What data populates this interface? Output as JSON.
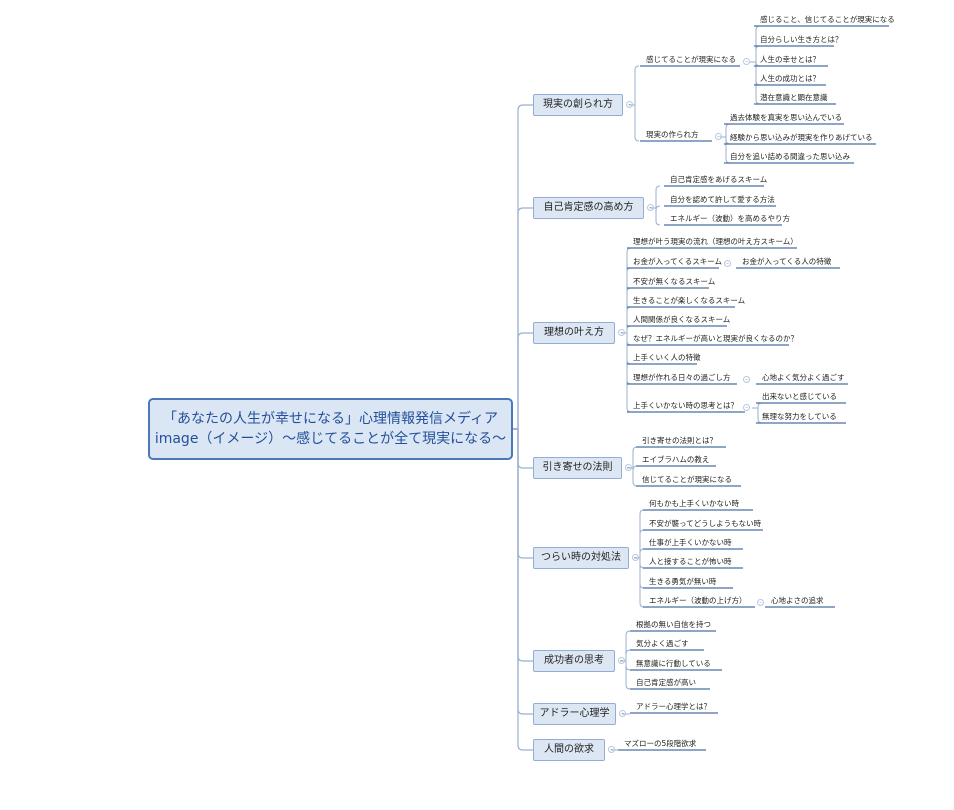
{
  "central_topic": {
    "line1": "「あなたの人生が幸せになる」心理情報発信メディア",
    "line2": "image（イメージ）～感じてることが全て現実になる～"
  },
  "branches": [
    {
      "label": "現実の創られ方",
      "children": [
        {
          "label": "感じてることが現実になる",
          "children": [
            "感じること、信じてることが現実になる",
            "自分らしい生き方とは？",
            "人生の幸せとは？",
            "人生の成功とは？",
            "潜在意識と顕在意識"
          ]
        },
        {
          "label": "現実の作られ方",
          "children": [
            "過去体験を真実を思い込んでいる",
            "経験から思い込みが現実を作りあげている",
            "自分を追い詰める間違った思い込み"
          ]
        }
      ]
    },
    {
      "label": "自己肯定感の高め方",
      "children": [
        "自己肯定感をあげるスキーム",
        "自分を認めて許して愛する方法",
        "エネルギー（波動）を高めるやり方"
      ]
    },
    {
      "label": "理想の叶え方",
      "children": [
        "理想が叶う現実の流れ（理想の叶え方スキーム）",
        {
          "label": "お金が入ってくるスキーム",
          "children": [
            "お金が入ってくる人の特徴"
          ]
        },
        "不安が無くなるスキーム",
        "生きることが楽しくなるスキーム",
        "人間関係が良くなるスキーム",
        "なぜ？エネルギーが高いと現実が良くなるのか？",
        "上手くいく人の特徴",
        {
          "label": "理想が作れる日々の過ごし方",
          "children": [
            "心地よく気分よく過ごす"
          ]
        },
        {
          "label": "上手くいかない時の思考とは？",
          "children": [
            "出来ないと感じている",
            "無理な努力をしている"
          ]
        }
      ]
    },
    {
      "label": "引き寄せの法則",
      "children": [
        "引き寄せの法則とは？",
        "エイブラハムの教え",
        "信じてることが現実になる"
      ]
    },
    {
      "label": "つらい時の対処法",
      "children": [
        "何もかも上手くいかない時",
        "不安が襲ってどうしようもない時",
        "仕事が上手くいかない時",
        "人と接することが怖い時",
        "生きる勇気が無い時",
        {
          "label": "エネルギー（波動の上げ方）",
          "children": [
            "心地よさの追求"
          ]
        }
      ]
    },
    {
      "label": "成功者の思考",
      "children": [
        "根拠の無い自信を持つ",
        "気分よく過ごす",
        "無意識に行動している",
        "自己肯定感が高い"
      ]
    },
    {
      "label": "アドラー心理学",
      "children": [
        "アドラー心理学とは？"
      ]
    },
    {
      "label": "人間の欲求",
      "children": [
        "マズローの5段階欲求"
      ]
    }
  ],
  "colors": {
    "line": "#9bb0cf",
    "underline": "#4a6fa5",
    "central_border": "#4a78b8",
    "central_text": "#24509a",
    "branch_fill": "#dde7f3",
    "branch_border": "#93aed6"
  }
}
